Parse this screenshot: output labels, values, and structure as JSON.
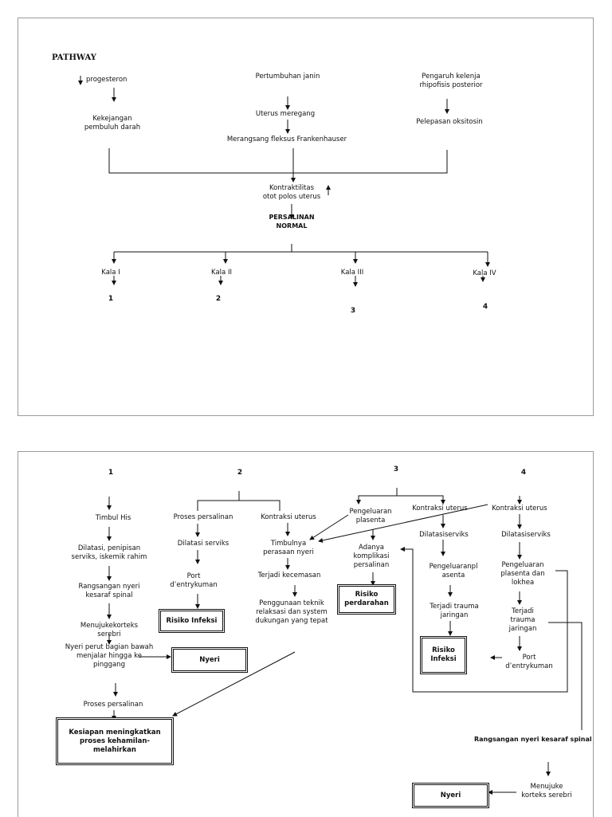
{
  "page1": {
    "title": "PATHWAY",
    "col_left": {
      "top": "progesteron",
      "bottom": "Kekejangan\npembuluh darah"
    },
    "col_mid": {
      "top": "Pertumbuhan janin",
      "mid": "Uterus meregang",
      "bottom": "Merangsang fleksus Frankenhauser"
    },
    "col_right": {
      "top": "Pengaruh kelenja\nrhipofisis posterior",
      "bottom": "Pelepasan oksitosin"
    },
    "center": {
      "contraction": "Kontraktilitas\notot polos uterus",
      "labour": "PERSALINAN\nNORMAL"
    },
    "stages": [
      {
        "label": "Kala I",
        "num": "1"
      },
      {
        "label": "Kala II",
        "num": "2"
      },
      {
        "label": "Kala III",
        "num": "3"
      },
      {
        "label": "Kala IV",
        "num": "4"
      }
    ]
  },
  "page2": {
    "headers": [
      "1",
      "2",
      "3",
      "4"
    ],
    "col1": [
      "Timbul His",
      "Dilatasi, penipisan\nserviks, iskemik rahim",
      "Rangsangan nyeri\nkesaraf spinal",
      "Menujukekorteks\nserebri",
      "Nyeri perut bagian bawah\nmenjalar hingga ke\npinggang",
      "Proses persalinan"
    ],
    "col2a": [
      "Proses persalinan",
      "Dilatasi serviks",
      "Port\nd’entrykuman"
    ],
    "col2b": [
      "Kontraksi uterus",
      "Timbulnya\nperasaan nyeri",
      "Terjadi kecemasan",
      "Penggunaan teknik\nrelaksasi dan system\ndukungan yang tepat"
    ],
    "col3a": [
      "Pengeluaran\nplasenta",
      "Adanya\nkomplikasi\npersalinan"
    ],
    "col3b": [
      "Kontraksi uterus",
      "Dilatasiserviks",
      "Pengeluaranpl\nasenta",
      "Terjadi trauma\njaringan"
    ],
    "col4": [
      "Kontraksi uterus",
      "Dilatasiserviks",
      "Pengeluaran\nplasenta dan\nlokhea",
      "Terjadi\ntrauma\njaringan",
      "Port\nd’entrykuman"
    ],
    "spinal": "Rangsangan nyeri kesaraf spinal",
    "cortex": "Menujuke\nkorteks serebri",
    "boxes": {
      "infeksi_1": "Risiko Infeksi",
      "nyeri_1": "Nyeri",
      "perdarahan": "Risiko\nperdarahan",
      "infeksi_2": "Risiko\nInfeksi",
      "kesiapan": "Kesiapan meningkatkan\nproses kehamilan-\nmelahirkan",
      "nyeri_2": "Nyeri"
    }
  }
}
